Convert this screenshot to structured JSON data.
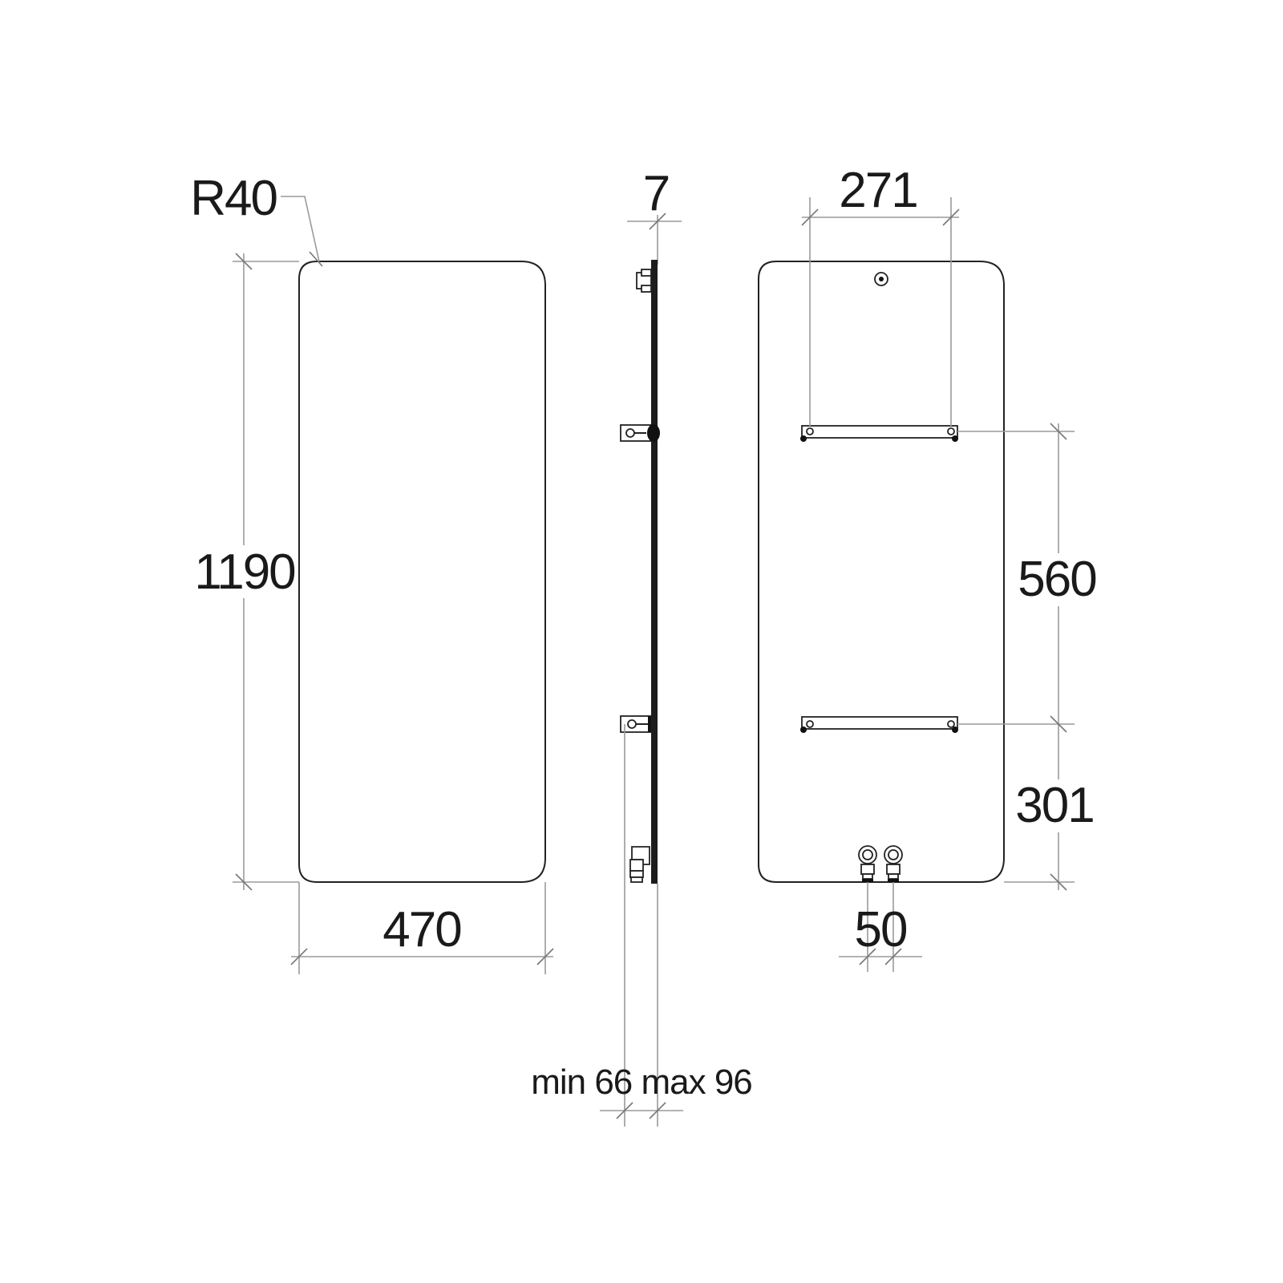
{
  "drawing": {
    "front_view": {
      "radius_label": "R40",
      "height_label": "1190",
      "width_label": "470"
    },
    "side_view": {
      "thickness_label": "7",
      "wall_distance_label": "min 66 max 96"
    },
    "rear_view": {
      "bracket_spacing_label": "271",
      "vertical_spacing_label": "560",
      "bottom_offset_label": "301",
      "connection_spacing_label": "50"
    }
  }
}
